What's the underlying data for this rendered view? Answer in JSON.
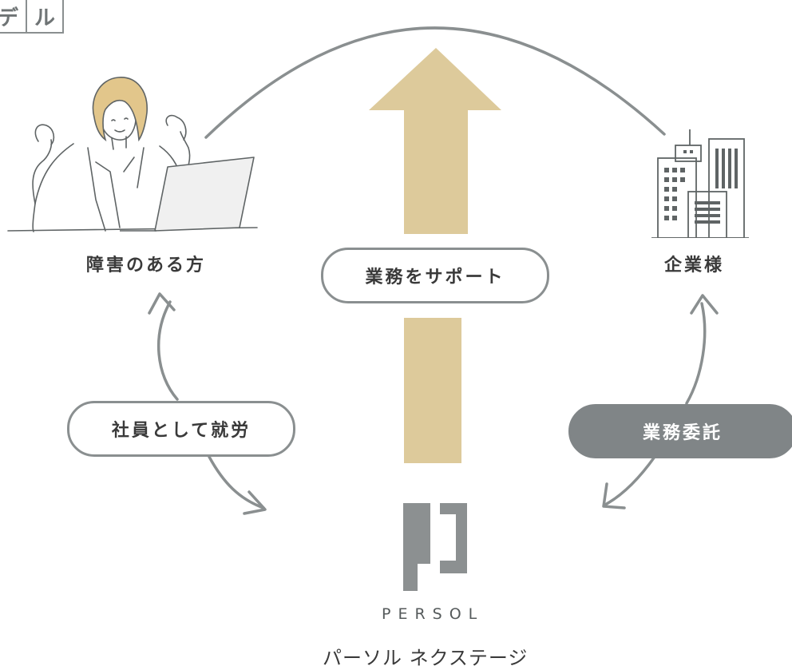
{
  "title_chars": [
    "デ",
    "ル"
  ],
  "nodes": {
    "person_label": "障害のある方",
    "company_label": "企業様"
  },
  "center_pill": "業務をサポート",
  "left_pill": "社員として就労",
  "right_pill": "業務委託",
  "brand": {
    "wordmark": "PERSOL",
    "company_name": "パーソル ネクステージ"
  },
  "colors": {
    "arrow_gold": "#ddca9b",
    "line_gray": "#8a8f90",
    "logo_gray": "#8c9091",
    "hair_gold": "#e2c68b",
    "pill_fill_gray": "#808587"
  }
}
